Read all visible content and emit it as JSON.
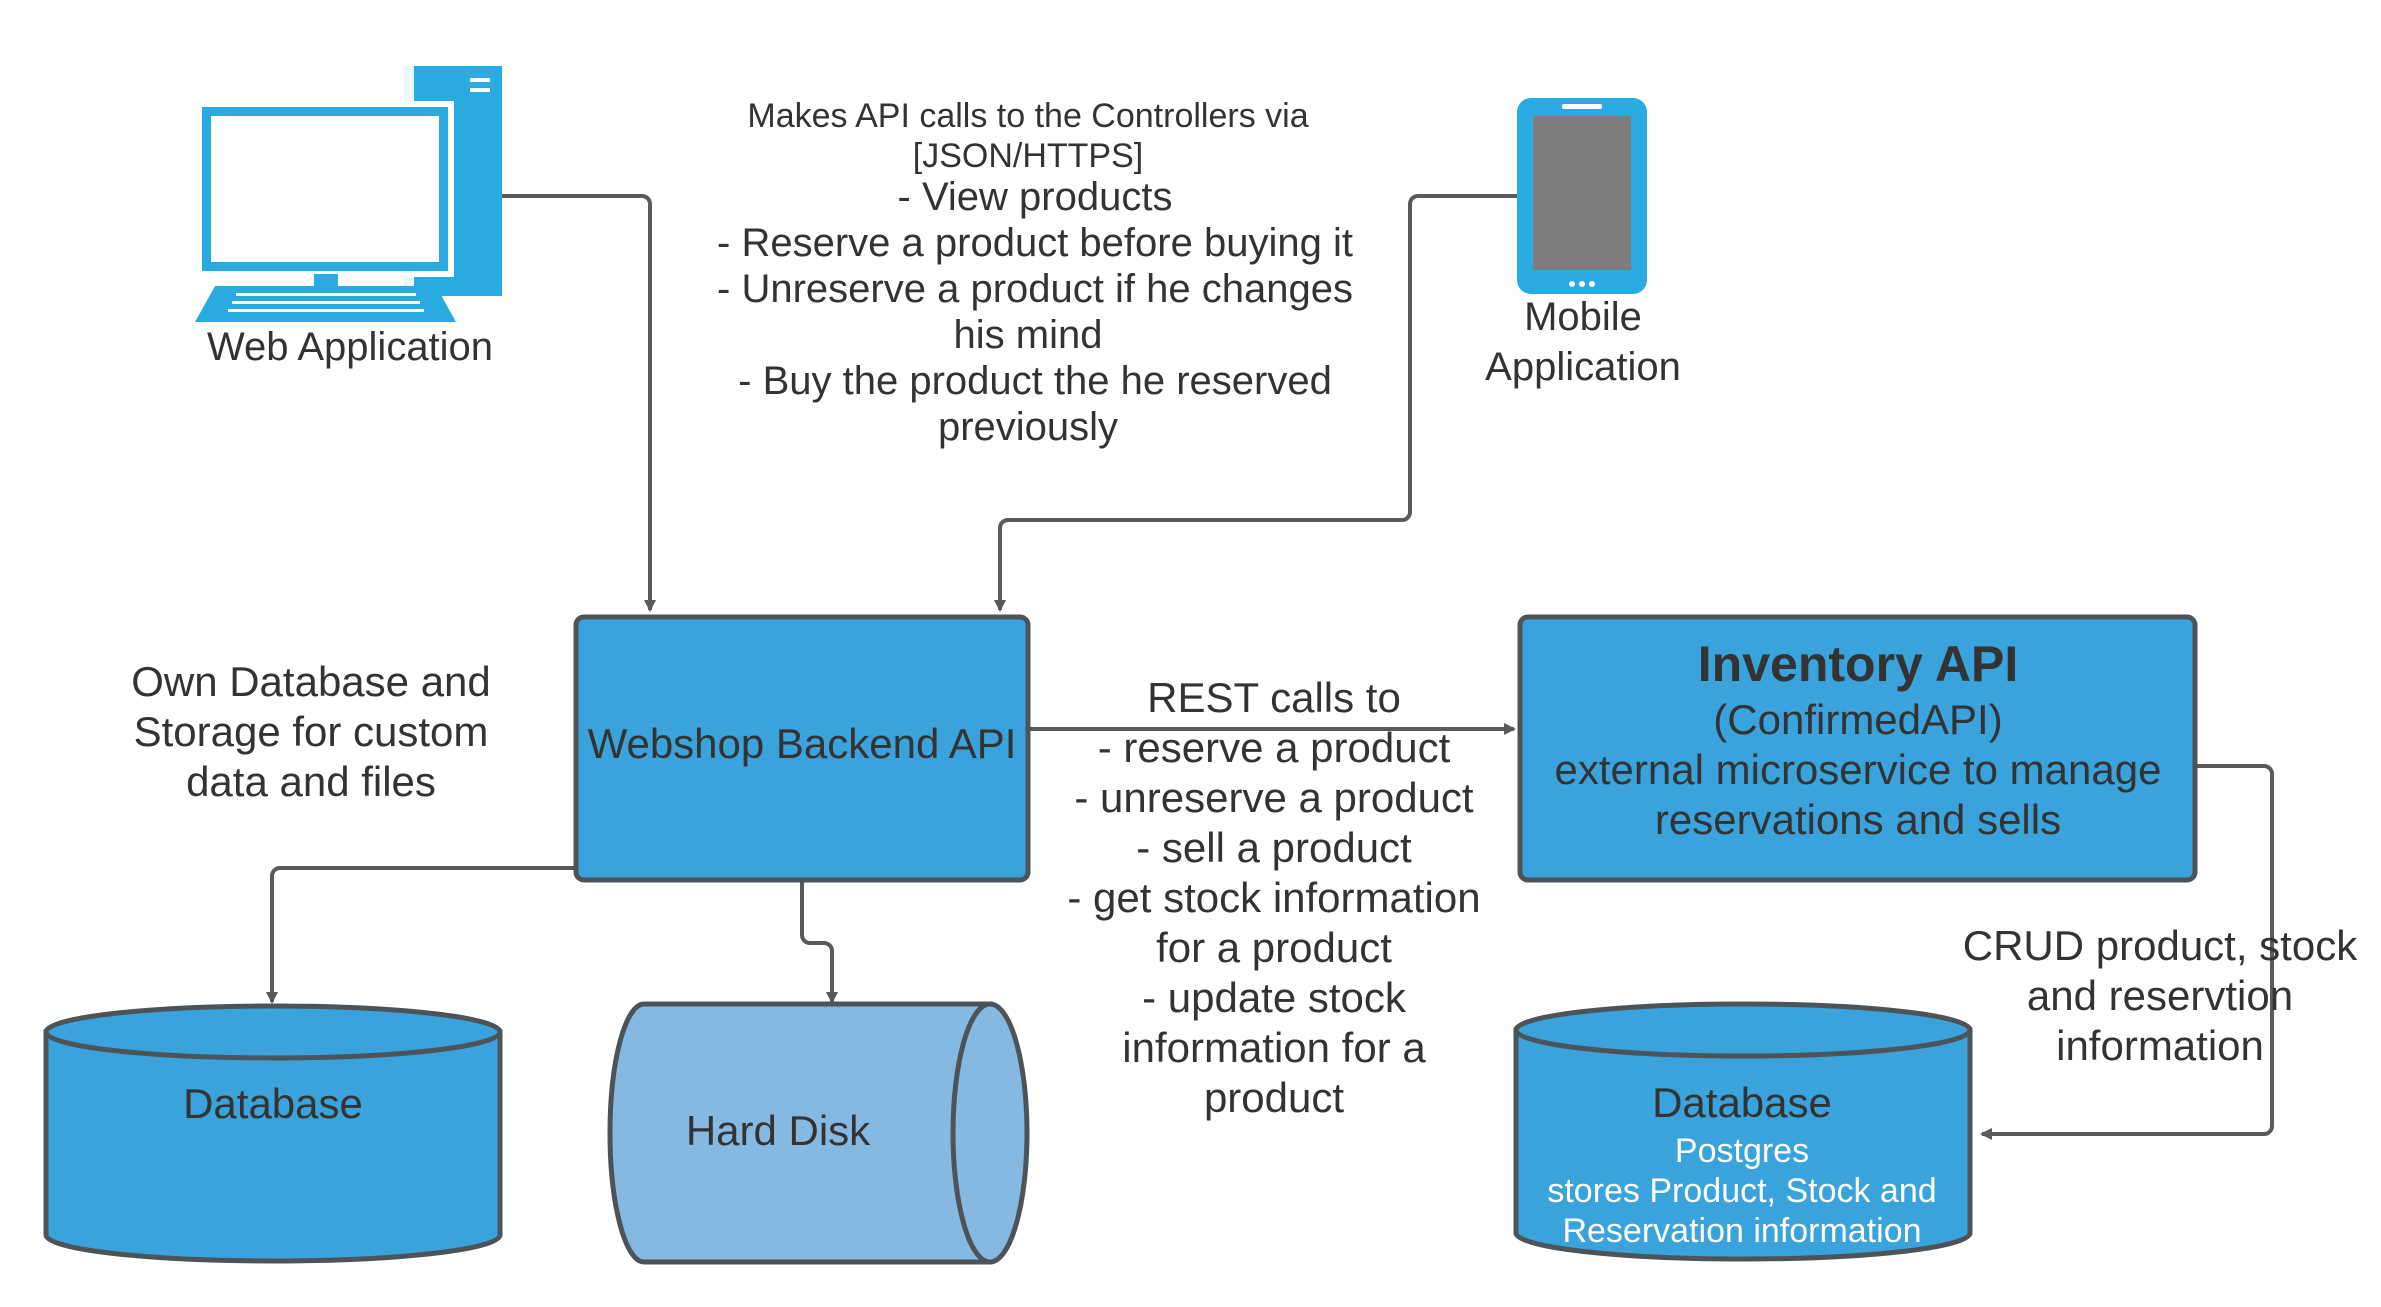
{
  "web_app": {
    "label": "Web Application",
    "icon": "desktop-computer-icon"
  },
  "mobile_app": {
    "label_lines": [
      "Mobile",
      "Application"
    ],
    "icon": "mobile-phone-icon"
  },
  "client_note": {
    "lines": [
      "Makes API calls to the Controllers via",
      "[JSON/HTTPS]",
      "- View products",
      "- Reserve a product before buying it",
      "- Unreserve a product if he changes",
      "his mind",
      "- Buy the product the he reserved",
      "previously"
    ]
  },
  "backend": {
    "label": "Webshop Backend API"
  },
  "storage_note": {
    "lines": [
      "Own Database and",
      "Storage for custom",
      "data and files"
    ]
  },
  "inventory": {
    "title": "Inventory API",
    "lines": [
      "(ConfirmedAPI)",
      "external microservice to manage",
      "reservations and sells"
    ]
  },
  "rest_note": {
    "lines": [
      "REST calls to",
      "- reserve a product",
      "- unreserve a product",
      "- sell a product",
      "- get stock information",
      "for a product",
      "- update stock",
      "information for a",
      "product"
    ]
  },
  "crud_note": {
    "lines": [
      "CRUD product, stock",
      "and reservtion",
      "information"
    ]
  },
  "local_db": {
    "label": "Database"
  },
  "hard_disk": {
    "label": "Hard Disk"
  },
  "inventory_db": {
    "label": "Database",
    "lines": [
      "Postgres",
      "stores Product, Stock and",
      "Reservation information"
    ]
  },
  "colors": {
    "box_fill": "#3aa3db",
    "icon_blue": "#29abe2",
    "disk_fill": "#86b9e2",
    "stroke": "#4d5459",
    "connector": "#5a5a5a",
    "text": "#333333"
  }
}
